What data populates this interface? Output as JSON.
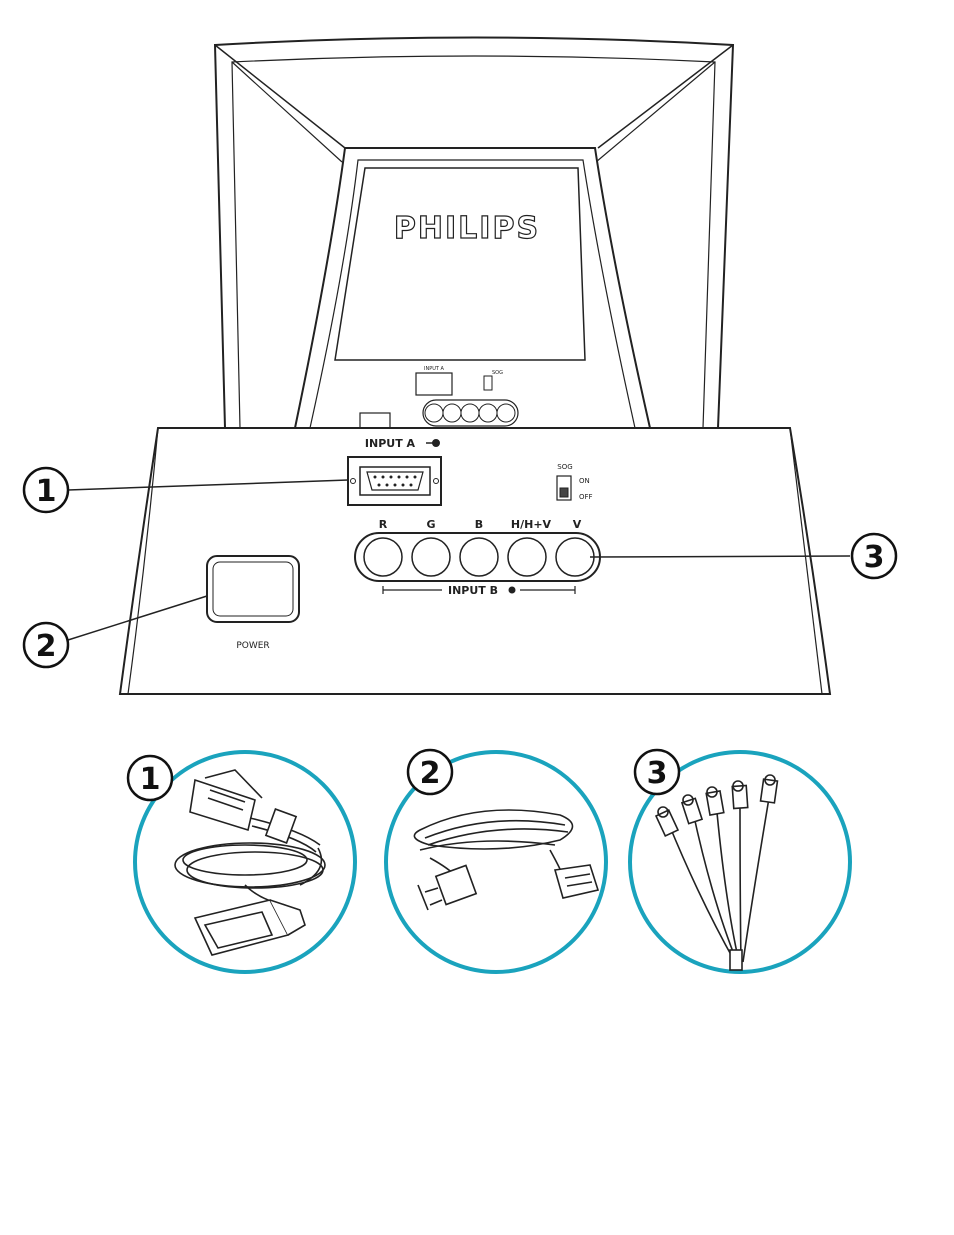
{
  "brand": "PHILIPS",
  "panel": {
    "input_a_label": "INPUT A",
    "input_b_label": "INPUT B",
    "sog_label": "SOG",
    "sog_on": "ON",
    "sog_off": "OFF",
    "power_label": "POWER",
    "bnc_labels": [
      "R",
      "G",
      "B",
      "H/H+V",
      "V"
    ]
  },
  "callouts": [
    "1",
    "2",
    "3"
  ],
  "cables": [
    {
      "number": "1",
      "icon": "vga-signal-cable-icon"
    },
    {
      "number": "2",
      "icon": "power-cord-icon"
    },
    {
      "number": "3",
      "icon": "bnc-cable-icon"
    }
  ],
  "colors": {
    "circle_accent": "#1aa3bd",
    "line": "#222222"
  }
}
